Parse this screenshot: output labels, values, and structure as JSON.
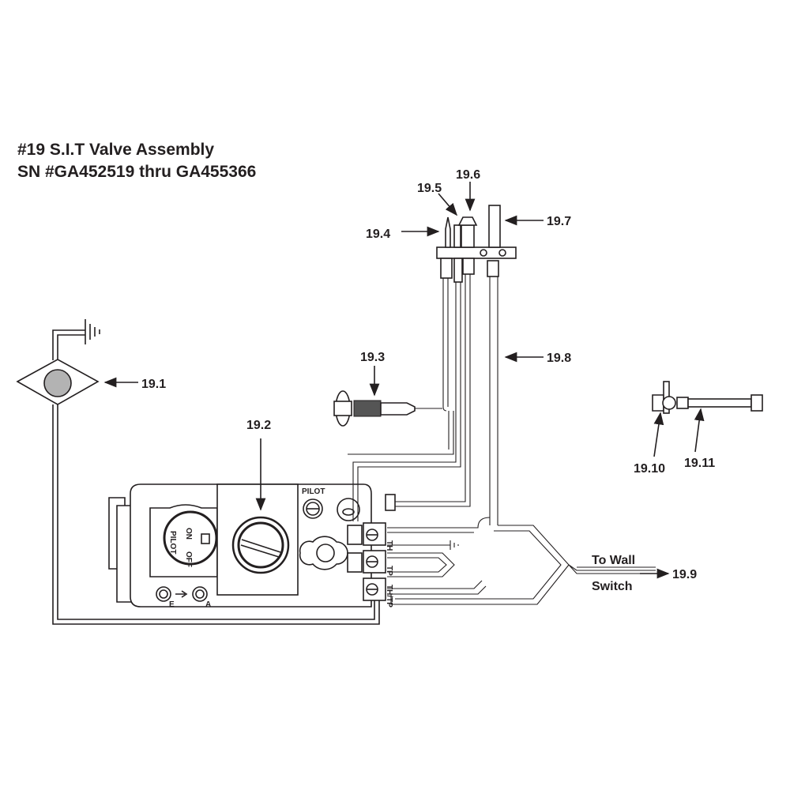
{
  "title": {
    "line1": "#19 S.I.T Valve Assembly",
    "line2": "SN #GA452519 thru GA455366"
  },
  "callouts": {
    "c1": "19.1",
    "c2": "19.2",
    "c3": "19.3",
    "c4": "19.4",
    "c5": "19.5",
    "c6": "19.6",
    "c7": "19.7",
    "c8": "19.8",
    "c9": "19.9",
    "c10": "19.10",
    "c11": "19.11"
  },
  "wall_switch": {
    "line1": "To Wall",
    "line2": "Switch"
  },
  "valve_text": {
    "pilot_button": "PILOT",
    "knob_on": "ON",
    "knob_off": "OFF",
    "knob_pilot": "PILOT",
    "port_e": "E",
    "port_a": "A",
    "term_th": "TH",
    "term_tp": "TP",
    "term_thtp": "TH/TP"
  },
  "colors": {
    "ink": "#231f20",
    "knob_gray": "#b3b3b3"
  }
}
